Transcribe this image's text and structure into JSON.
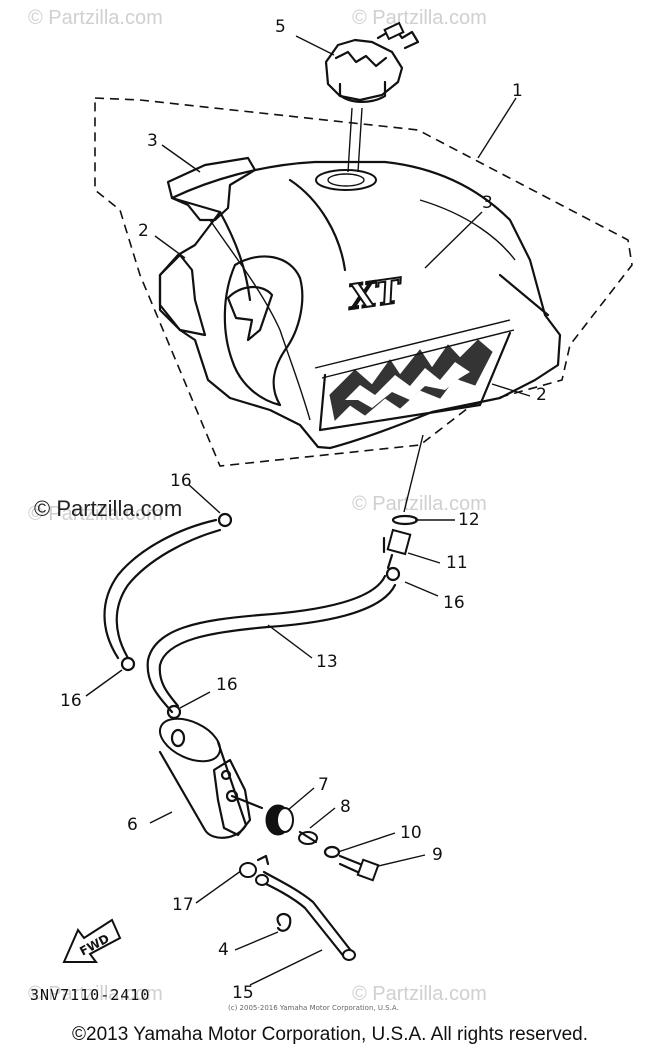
{
  "watermark": {
    "text": "© Partzilla.com",
    "dark_text": "© Partzilla.com"
  },
  "callouts": {
    "c1": "1",
    "c2a": "2",
    "c2b": "2",
    "c3a": "3",
    "c3b": "3",
    "c4": "4",
    "c5": "5",
    "c6": "6",
    "c7": "7",
    "c8": "8",
    "c9": "9",
    "c10": "10",
    "c11": "11",
    "c12": "12",
    "c13": "13",
    "c15": "15",
    "c16a": "16",
    "c16b": "16",
    "c16c": "16",
    "c16d": "16",
    "c17": "17"
  },
  "tank_logo": "XT",
  "fwd_label": "FWD",
  "diagram_code": "3NV7110-2410",
  "fine_print": "(c) 2005-2016 Yamaha Motor Corporation, U.S.A.",
  "copyright": "©2013 Yamaha Motor Corporation, U.S.A. All rights reserved."
}
